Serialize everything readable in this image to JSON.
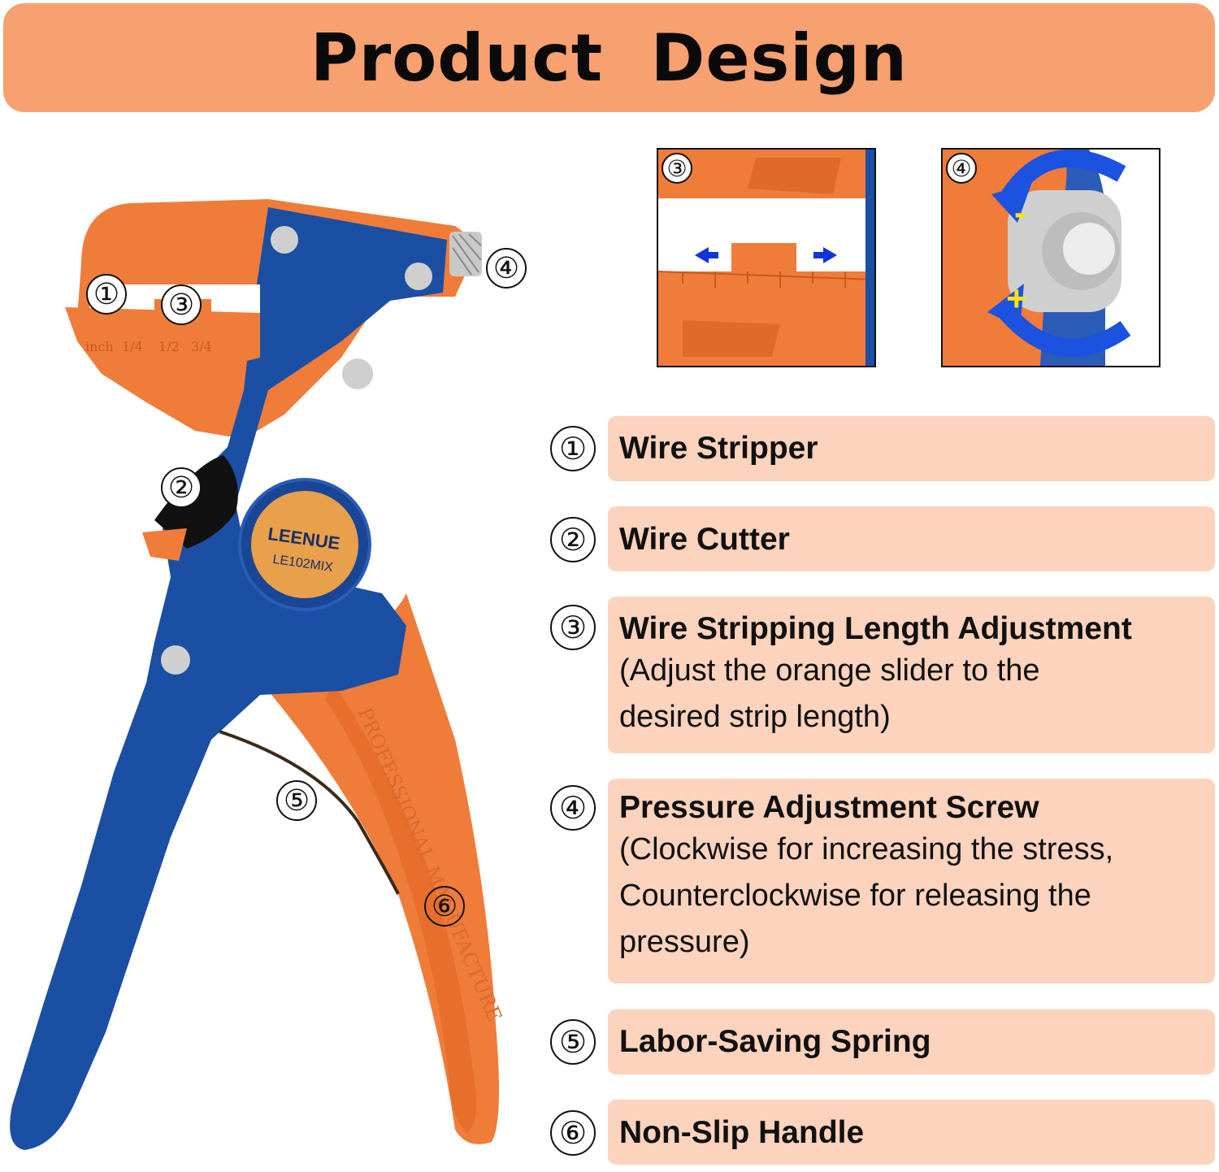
{
  "header": {
    "title": "Product Design"
  },
  "tool_image": {
    "brand": "LEENUE",
    "model": "LE102MIX",
    "handle_text": "PROFESSIONAL MANUFACTURE",
    "ruler": {
      "unit": "inch",
      "marks": [
        "1/4",
        "1/2",
        "3/4"
      ]
    },
    "colors": {
      "body": "#1b4fa3",
      "orange": "#f07c3a"
    }
  },
  "markers": {
    "m1": "①",
    "m2": "②",
    "m3": "③",
    "m4": "④",
    "m5": "⑤",
    "m6": "⑥"
  },
  "insets": {
    "stripping_length": {
      "marker": "③"
    },
    "pressure_screw": {
      "marker": "④",
      "minus": "-",
      "plus": "+"
    }
  },
  "features": [
    {
      "marker": "①",
      "title": "Wire Stripper",
      "desc": ""
    },
    {
      "marker": "②",
      "title": "Wire Cutter",
      "desc": ""
    },
    {
      "marker": "③",
      "title": "Wire Stripping Length Adjustment",
      "desc1": "(Adjust the orange slider to the",
      "desc2": "desired strip length)"
    },
    {
      "marker": "④",
      "title": "Pressure Adjustment Screw",
      "desc1": "(Clockwise for increasing the stress,",
      "desc2": "Counterclockwise for releasing the",
      "desc3": "pressure)"
    },
    {
      "marker": "⑤",
      "title": "Labor-Saving Spring",
      "desc": ""
    },
    {
      "marker": "⑥",
      "title": "Non-Slip Handle",
      "desc": ""
    }
  ]
}
